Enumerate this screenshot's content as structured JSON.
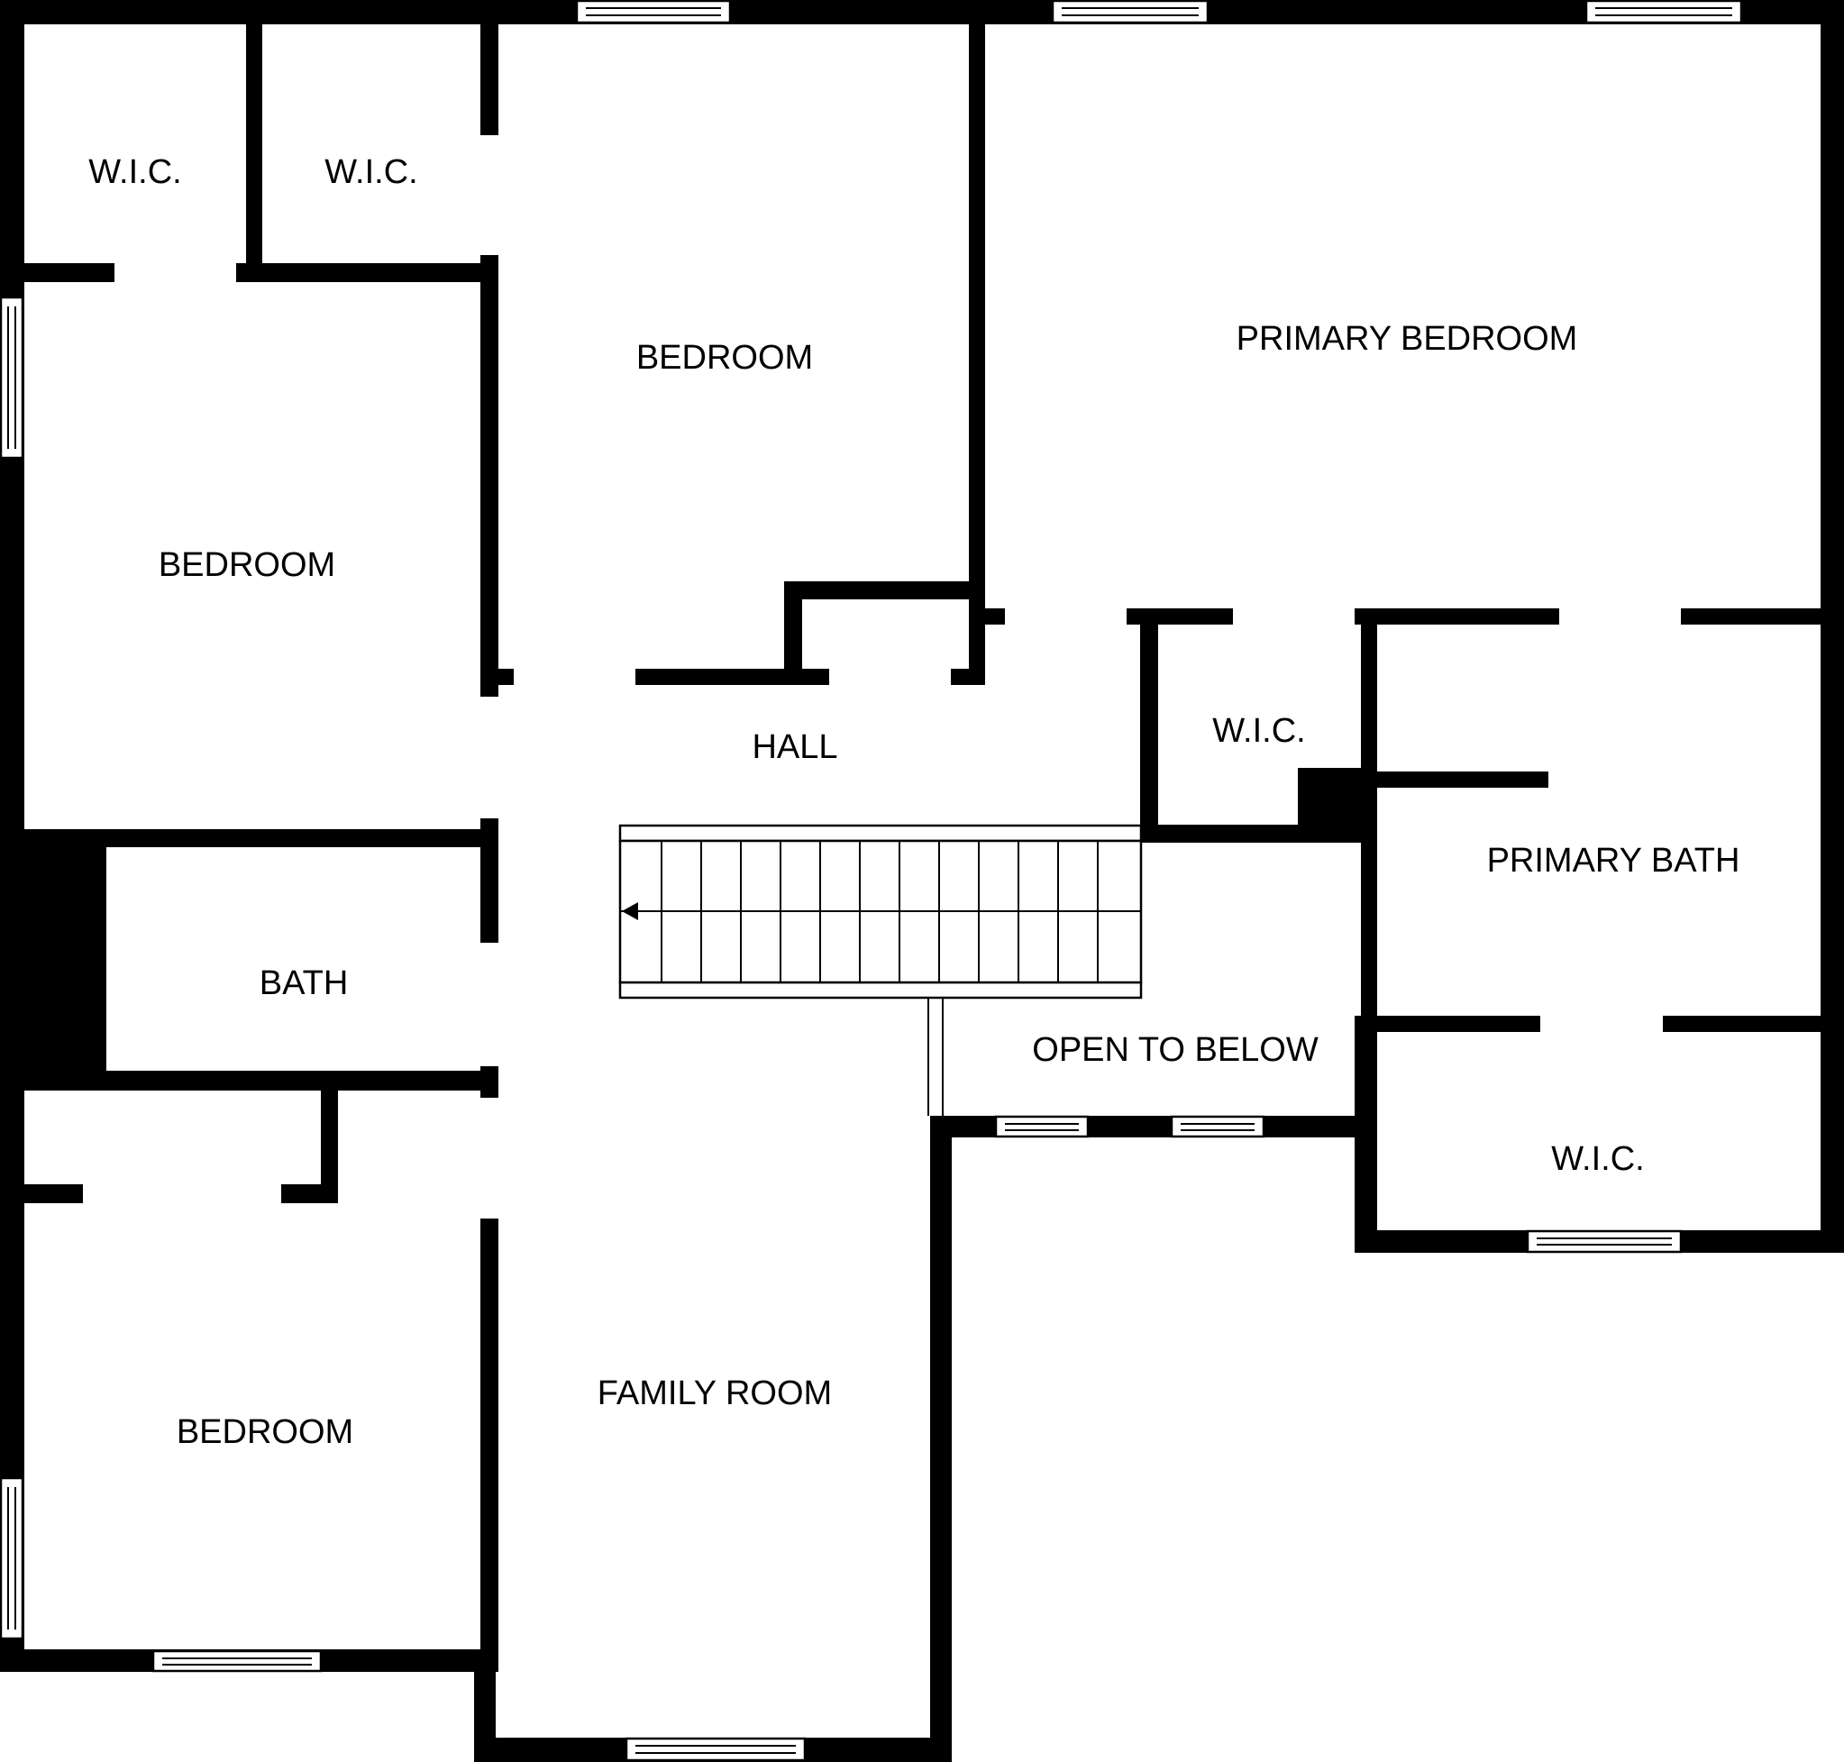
{
  "floorplan": {
    "rooms": {
      "wic_top_left": "W.I.C.",
      "wic_top_middle": "W.I.C.",
      "bedroom_top": "BEDROOM",
      "primary_bedroom": "PRIMARY BEDROOM",
      "bedroom_left": "BEDROOM",
      "hall": "HALL",
      "wic_center": "W.I.C.",
      "primary_bath": "PRIMARY BATH",
      "bath": "BATH",
      "open_to_below": "OPEN TO BELOW",
      "wic_bottom_right": "W.I.C.",
      "family_room": "FAMILY ROOM",
      "bedroom_bottom": "BEDROOM"
    },
    "colors": {
      "wall": "#000000",
      "background": "#ffffff"
    }
  }
}
